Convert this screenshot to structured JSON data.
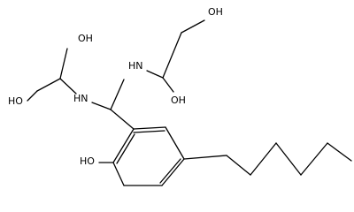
{
  "structure": {
    "atom_labels": [
      {
        "id": "oh_top_left",
        "text": "OH"
      },
      {
        "id": "ho_left",
        "text": "HO"
      },
      {
        "id": "nh_left",
        "text": "HN"
      },
      {
        "id": "nh_right",
        "text": "HN"
      },
      {
        "id": "oh_top_right",
        "text": "OH"
      },
      {
        "id": "oh_right",
        "text": "OH"
      },
      {
        "id": "ho_phenol",
        "text": "HO"
      }
    ]
  }
}
